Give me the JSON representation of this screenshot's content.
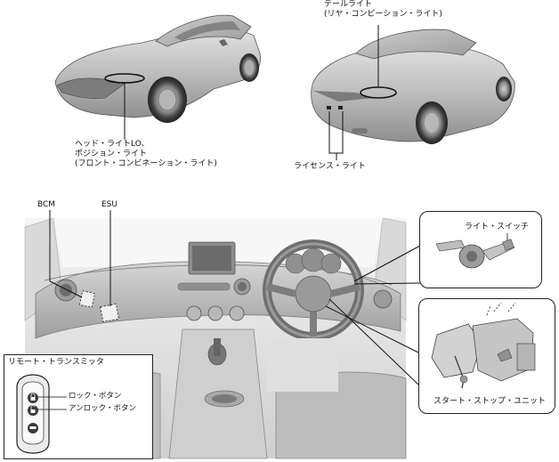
{
  "labels": {
    "tail_light_line1": "テールライト",
    "tail_light_line2": "(リヤ・コンビーション・ライト)",
    "head_light_line1": "ヘッド・ライトLO、",
    "head_light_line2": "ポジション・ライト",
    "head_light_line3": "(フロント・コンビネーション・ライト)",
    "license_light": "ライセンス・ライト",
    "bcm": "BCM",
    "esu": "ESU",
    "light_switch": "ライト・スイッチ",
    "start_stop_unit": "スタート・ストップ・ユニット",
    "remote_transmitter": "リモート・トランスミッタ",
    "lock_button": "ロック・ボタン",
    "unlock_button": "アンロック・ボタン"
  }
}
